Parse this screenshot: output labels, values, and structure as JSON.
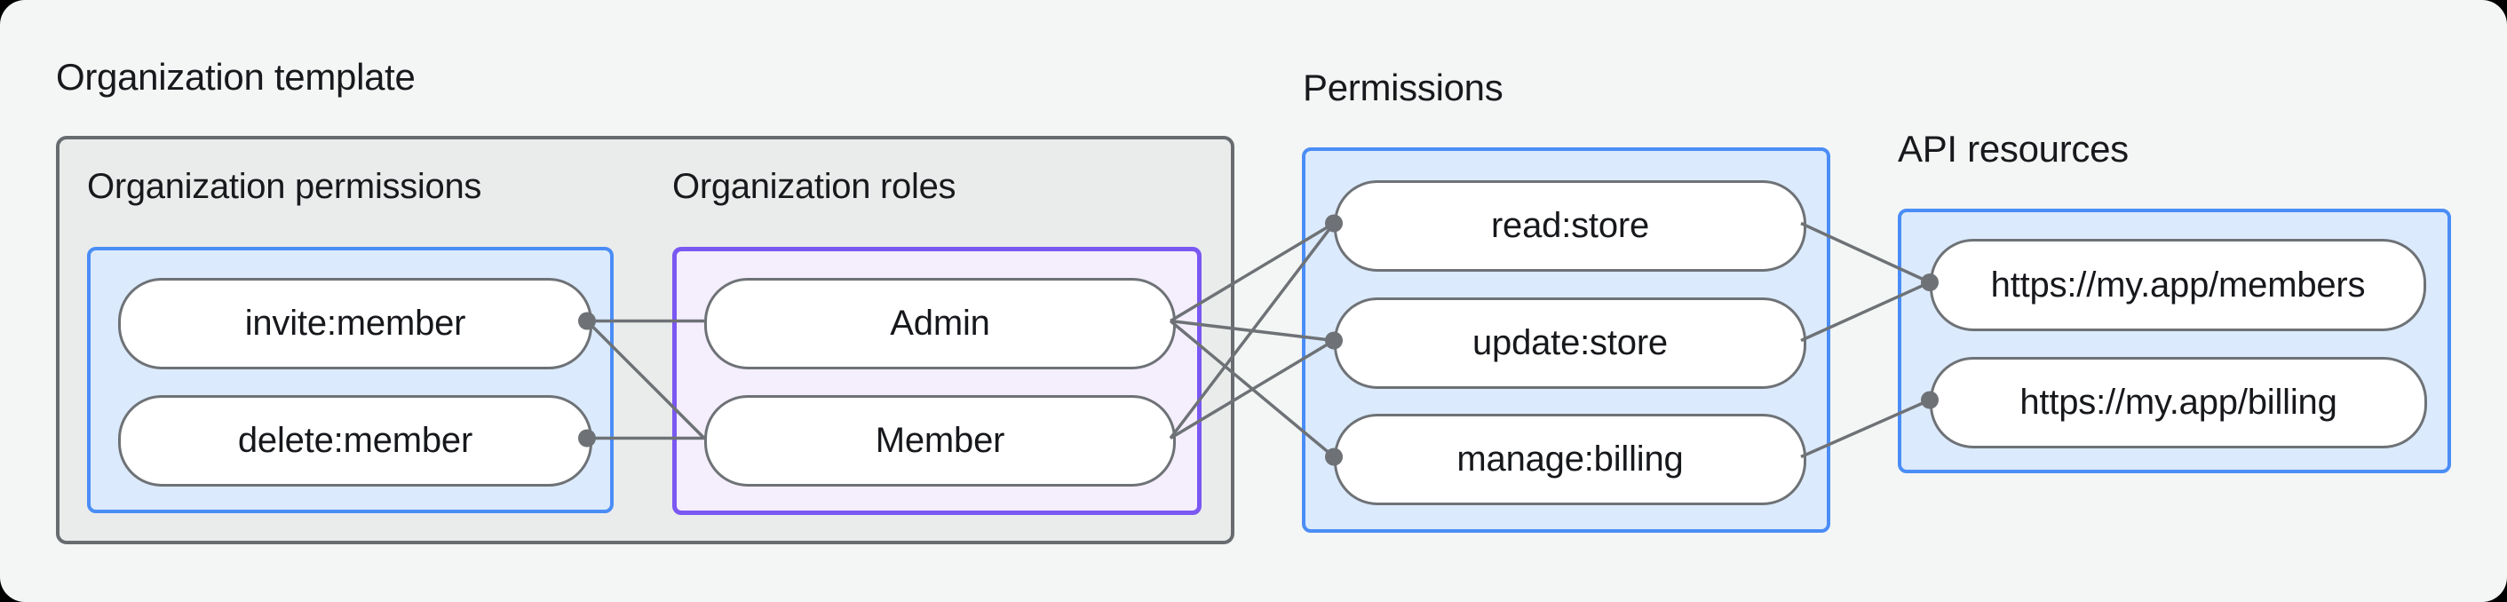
{
  "org_template": {
    "title": "Organization template",
    "groups": [
      {
        "label": "Organization permissions",
        "theme": "blue",
        "items": [
          "invite:member",
          "delete:member"
        ]
      },
      {
        "label": "Organization roles",
        "theme": "purple",
        "items": [
          "Admin",
          "Member"
        ]
      }
    ]
  },
  "permissions_section": {
    "title": "Permissions",
    "items": [
      "read:store",
      "update:store",
      "manage:billing"
    ]
  },
  "api_section": {
    "title": "API resources",
    "items": [
      "https://my.app/members",
      "https://my.app/billing"
    ]
  },
  "connections": [
    {
      "from": "invite:member",
      "to": "Admin"
    },
    {
      "from": "invite:member",
      "to": "Member"
    },
    {
      "from": "delete:member",
      "to": "Member"
    },
    {
      "from": "Admin",
      "to": "read:store"
    },
    {
      "from": "Admin",
      "to": "update:store"
    },
    {
      "from": "Admin",
      "to": "manage:billing"
    },
    {
      "from": "Member",
      "to": "read:store"
    },
    {
      "from": "Member",
      "to": "update:store"
    },
    {
      "from": "read:store",
      "to": "https://my.app/members"
    },
    {
      "from": "update:store",
      "to": "https://my.app/members"
    },
    {
      "from": "manage:billing",
      "to": "https://my.app/billing"
    }
  ],
  "colors": {
    "card_background": "#f4f6f5",
    "template_box_fill": "#eaeceb",
    "template_box_border": "#686c70",
    "blue_zone_fill": "#dbeafc",
    "blue_zone_border": "#4b8df6",
    "purple_zone_fill": "#f4eefd",
    "purple_zone_border": "#7a58f2",
    "wire_gray": "#6e7276",
    "text_dark": "#17191c"
  }
}
